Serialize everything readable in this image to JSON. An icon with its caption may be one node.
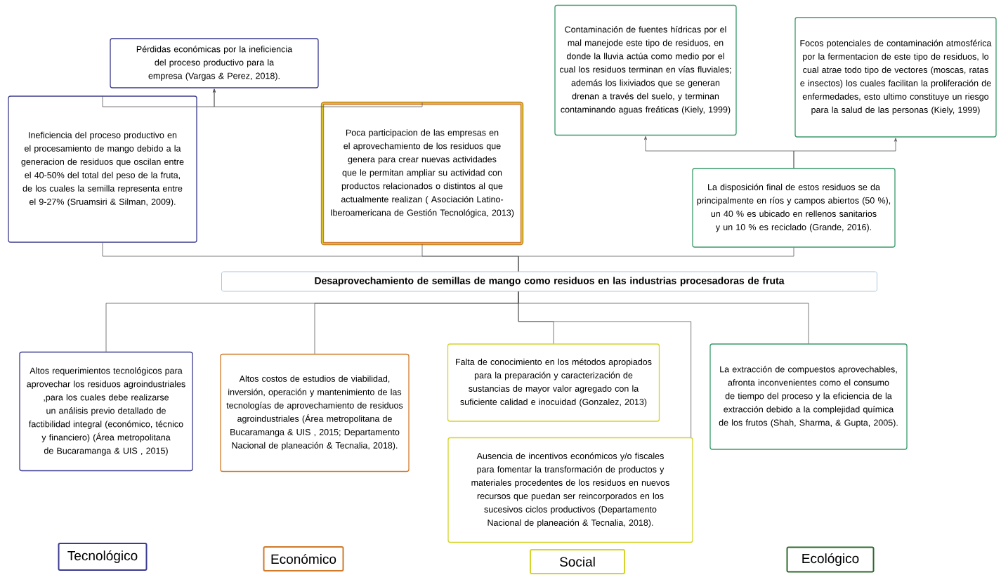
{
  "diagram": {
    "nodes": [
      {
        "text": [
          "Pérdidas económicas por la ineficiencia del proceso productivo para la empresa (Vargas & Perez, 2018)."
        ]
      },
      {
        "text": [
          "Ineficiencia del proceso productivo en el procesamiento de mango debido a la generacion de residuos que oscilan entre el 40-50% del total del peso de la fruta, de los cuales la semilla representa entre el 9-27% (Sruamsiri & Silman, 2009)."
        ]
      },
      {
        "text": [
          "Poca participacion de las empresas en el aprovechamiento de los residuos que genera para crear nuevas actividades que le permitan ampliar su actividad con productos relacionados o distintos al que actualmente realizan ( Asociación Latino-Iberoamericana de Gestión Tecnológica, 2013)"
        ]
      },
      {
        "text": [
          "Contaminación de fuentes hídricas por el mal manejode este tipo de residuos, en donde la lluvia actúa como medio por el cual los residuos terminan en vías fluviales; además los lixiviados que se generan drenan a través del suelo, y terminan contaminando aguas freáticas (Kiely, 1999)"
        ]
      },
      {
        "text": [
          "Focos potenciales de contaminación atmosférica por la fermentacion de este tipo de residuos, lo cual atrae todo tipo de vectores (moscas, ratas e insectos) los cuales facilitan la proliferación de enfermedades, esto ultimo constituye un riesgo para la salud de las personas (Kiely, 1999)"
        ]
      },
      {
        "text": [
          "La disposición final de estos residuos se da principalmente en ríos y campos abiertos (50 %),  un 40 % es ubicado en rellenos sanitarios y un 10 % es reciclado (Grande, 2016)."
        ]
      },
      {
        "text": [
          "Desaprovechamiento de semillas de mango como residuos en las industrias procesadoras de fruta"
        ]
      },
      {
        "text": [
          "Altos requerimientos tecnológicos para aprovechar los residuos agroindustriales ,para los cuales debe realizarse un análisis previo detallado de factibilidad integral (económico, técnico y financiero) (Área metropolitana de Bucaramanga & UIS , 2015)"
        ]
      },
      {
        "text": [
          "Altos costos de estudios de viabilidad, inversión, operación y mantenimiento de las tecnologías de aprovechamiento de residuos agroindustriales (Área metropolitana de Bucaramanga & UIS , 2015; Departamento Nacional de planeación & Tecnalia, 2018)."
        ]
      },
      {
        "text": [
          "Falta de conocimiento en los métodos apropiados para la preparación y caracterización de sustancias de mayor valor agregado con la suficiente calidad e inocuidad (Gonzalez, 2013)"
        ]
      },
      {
        "text": [
          "Ausencia de incentivos económicos y/o fiscales para fomentar la transformación de productos y materiales procedentes de los  residuos en nuevos recursos que puedan ser reincorporados en los sucesivos ciclos productivos (Departamento Nacional de planeación & Tecnalia, 2018)."
        ]
      },
      {
        "text": [
          "La extracción de compuestos aprovechables, afronta inconvenientes como el consumo de tiempo del proceso y la eficiencia de la extracción debido a la complejidad química de los frutos (Shah, Sharma, & Gupta, 2005)."
        ]
      },
      {
        "text": [
          "Tecnológico"
        ]
      },
      {
        "text": [
          "Económico"
        ]
      },
      {
        "text": [
          "Social"
        ]
      },
      {
        "text": [
          "Ecológico"
        ]
      }
    ],
    "edges": [
      {
        "from": 1,
        "to": 0,
        "arrow": "to"
      },
      {
        "from": 2,
        "to": 0,
        "arrow": "to"
      },
      {
        "from": 5,
        "to": 3,
        "arrow": "to"
      },
      {
        "from": 5,
        "to": 4,
        "arrow": "to"
      },
      {
        "from": 1,
        "to": 6,
        "arrow": "none"
      },
      {
        "from": 2,
        "to": 6,
        "arrow": "none"
      },
      {
        "from": 5,
        "to": 6,
        "arrow": "none"
      },
      {
        "from": 6,
        "to": 7,
        "arrow": "none"
      },
      {
        "from": 6,
        "to": 8,
        "arrow": "none"
      },
      {
        "from": 6,
        "to": 9,
        "arrow": "none"
      },
      {
        "from": 6,
        "to": 10,
        "arrow": "none"
      },
      {
        "from": 6,
        "to": 11,
        "arrow": "none"
      }
    ]
  }
}
